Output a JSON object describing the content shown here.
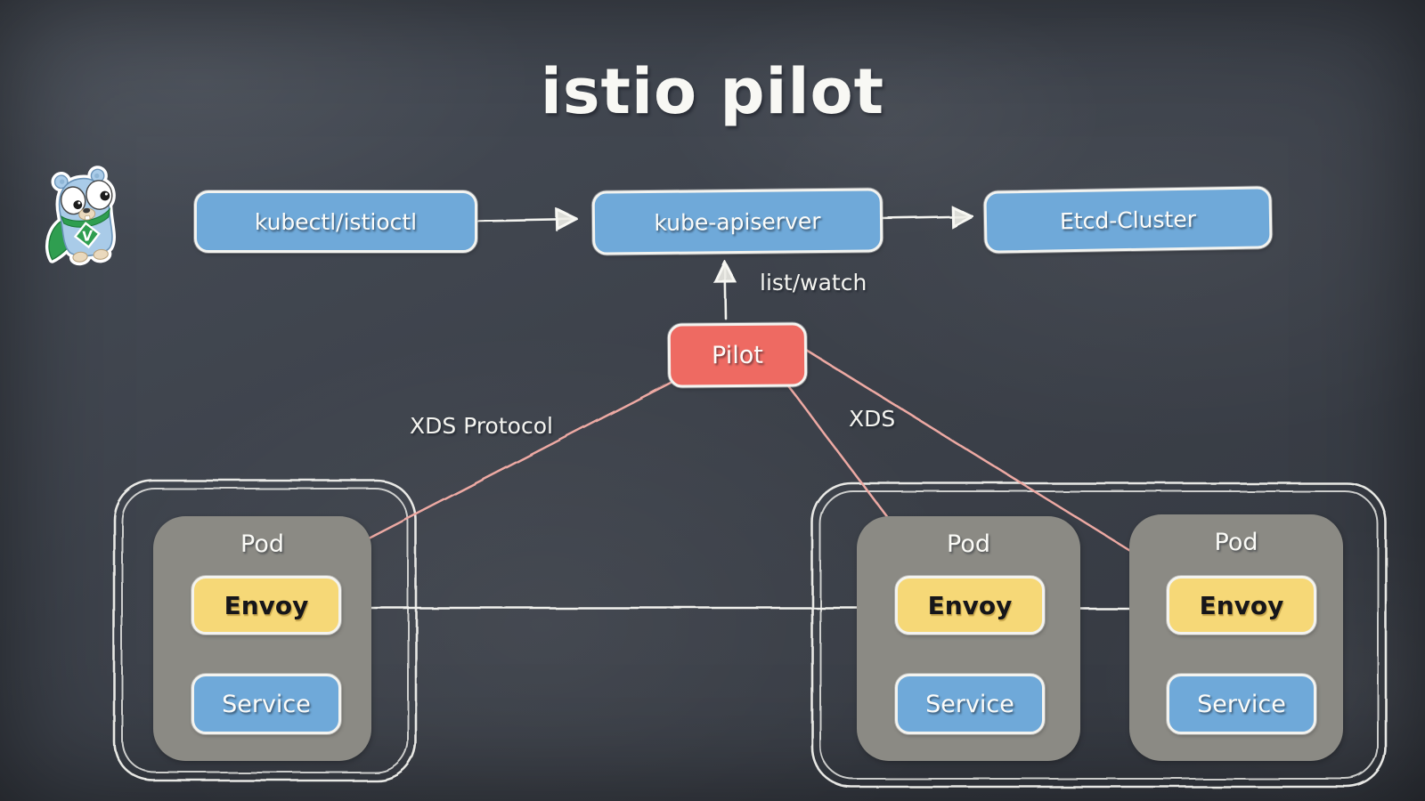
{
  "title": "istio pilot",
  "flow": {
    "kubectl_label": "kubectl/istioctl",
    "apiserver_label": "kube-apiserver",
    "etcd_label": "Etcd-Cluster"
  },
  "pilot": {
    "label": "Pilot"
  },
  "edge_labels": {
    "list_watch": "list/watch",
    "xds_protocol": "XDS Protocol",
    "xds": "XDS"
  },
  "clusters": [
    {
      "pods": [
        {
          "title": "Pod",
          "envoy_label": "Envoy",
          "service_label": "Service"
        }
      ]
    },
    {
      "pods": [
        {
          "title": "Pod",
          "envoy_label": "Envoy",
          "service_label": "Service"
        },
        {
          "title": "Pod",
          "envoy_label": "Envoy",
          "service_label": "Service"
        }
      ]
    }
  ],
  "mascot": {
    "badge_letter": "V"
  },
  "colors": {
    "board_bg": "#3d424b",
    "node_blue": "#6fa9d9",
    "pilot_red": "#ee6a62",
    "envoy_yellow": "#f6d877",
    "pod_grey": "#8b8a84",
    "chalk_white": "#f2f2ee",
    "xds_pink": "#eda9a3"
  }
}
